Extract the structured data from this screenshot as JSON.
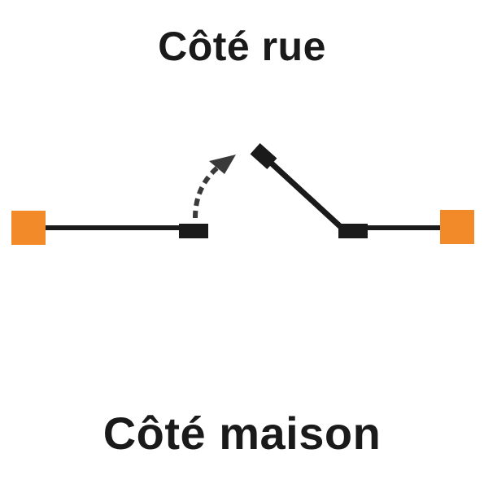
{
  "labels": {
    "top": "Côté rue",
    "bottom": "Côté maison"
  },
  "colors": {
    "post": "#f28a2a",
    "gate": "#1a1a1a",
    "arrow": "#3a3a3a",
    "text": "#1a1a1a"
  },
  "icons": {
    "left_post": "square",
    "right_post": "square",
    "opening_arrow": "dashed-curved-arrow"
  }
}
